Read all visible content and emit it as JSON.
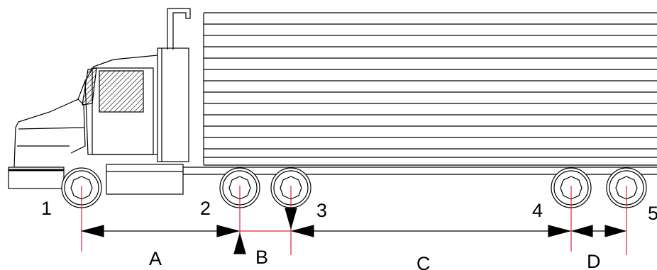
{
  "axle_labels": [
    "1",
    "2",
    "3",
    "4",
    "5"
  ],
  "span_labels": [
    "A",
    "B",
    "C",
    "D"
  ],
  "colors": {
    "ink": "#000000",
    "center_line": "#e0203a",
    "background": "#ffffff"
  }
}
